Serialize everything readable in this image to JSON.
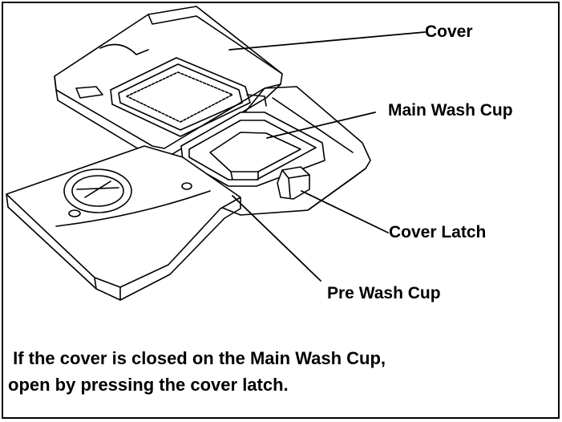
{
  "labels": {
    "cover": "Cover",
    "main_wash_cup": "Main Wash Cup",
    "cover_latch": "Cover Latch",
    "pre_wash_cup": "Pre Wash Cup"
  },
  "caption": {
    "line1": " If the cover is closed on the Main Wash Cup,",
    "line2": "open by pressing the cover latch."
  }
}
